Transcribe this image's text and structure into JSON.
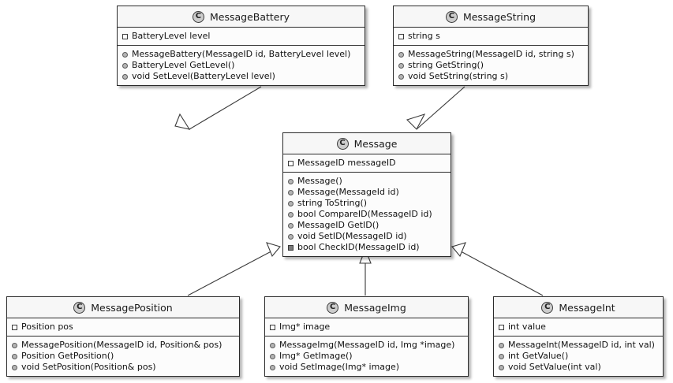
{
  "diagram": {
    "type": "uml-class-diagram",
    "background": "#ffffff",
    "border_color": "#2b2b2b",
    "box_fill": "#fcfcfc",
    "header_fill": "#f7f7f7",
    "stereotype_glyph": "C",
    "relationship": "generalization"
  },
  "classes": [
    {
      "id": "message-battery",
      "name": "MessageBattery",
      "fields": [
        {
          "visibility": "package",
          "text": "BatteryLevel level"
        }
      ],
      "methods": [
        {
          "visibility": "public",
          "text": "MessageBattery(MessageID id, BatteryLevel level)"
        },
        {
          "visibility": "public",
          "text": "BatteryLevel GetLevel()"
        },
        {
          "visibility": "public",
          "text": "void SetLevel(BatteryLevel level)"
        }
      ]
    },
    {
      "id": "message-string",
      "name": "MessageString",
      "fields": [
        {
          "visibility": "package",
          "text": "string s"
        }
      ],
      "methods": [
        {
          "visibility": "public",
          "text": "MessageString(MessageID id, string s)"
        },
        {
          "visibility": "public",
          "text": "string GetString()"
        },
        {
          "visibility": "public",
          "text": "void SetString(string s)"
        }
      ]
    },
    {
      "id": "message",
      "name": "Message",
      "fields": [
        {
          "visibility": "package",
          "text": "MessageID messageID"
        }
      ],
      "methods": [
        {
          "visibility": "public",
          "text": "Message()"
        },
        {
          "visibility": "public",
          "text": "Message(MessageId id)"
        },
        {
          "visibility": "public",
          "text": "string ToString()"
        },
        {
          "visibility": "public",
          "text": "bool CompareID(MessageID id)"
        },
        {
          "visibility": "public",
          "text": "MessageID GetID()"
        },
        {
          "visibility": "public",
          "text": "void SetID(MessageID id)"
        },
        {
          "visibility": "protected",
          "text": "bool CheckID(MessageID id)"
        }
      ]
    },
    {
      "id": "message-position",
      "name": "MessagePosition",
      "fields": [
        {
          "visibility": "package",
          "text": "Position pos"
        }
      ],
      "methods": [
        {
          "visibility": "public",
          "text": "MessagePosition(MessageID id, Position& pos)"
        },
        {
          "visibility": "public",
          "text": "Position GetPosition()"
        },
        {
          "visibility": "public",
          "text": "void SetPosition(Position& pos)"
        }
      ]
    },
    {
      "id": "message-img",
      "name": "MessageImg",
      "fields": [
        {
          "visibility": "package",
          "text": "Img* image"
        }
      ],
      "methods": [
        {
          "visibility": "public",
          "text": "MessageImg(MessageID id, Img *image)"
        },
        {
          "visibility": "public",
          "text": "Img* GetImage()"
        },
        {
          "visibility": "public",
          "text": "void SetImage(Img* image)"
        }
      ]
    },
    {
      "id": "message-int",
      "name": "MessageInt",
      "fields": [
        {
          "visibility": "package",
          "text": "int value"
        }
      ],
      "methods": [
        {
          "visibility": "public",
          "text": "MessageInt(MessageID id, int val)"
        },
        {
          "visibility": "public",
          "text": "int GetValue()"
        },
        {
          "visibility": "public",
          "text": "void SetValue(int val)"
        }
      ]
    }
  ],
  "relations": [
    {
      "from": "MessageBattery",
      "to": "Message",
      "kind": "generalization"
    },
    {
      "from": "MessageString",
      "to": "Message",
      "kind": "generalization"
    },
    {
      "from": "MessagePosition",
      "to": "Message",
      "kind": "generalization"
    },
    {
      "from": "MessageImg",
      "to": "Message",
      "kind": "generalization"
    },
    {
      "from": "MessageInt",
      "to": "Message",
      "kind": "generalization"
    }
  ]
}
